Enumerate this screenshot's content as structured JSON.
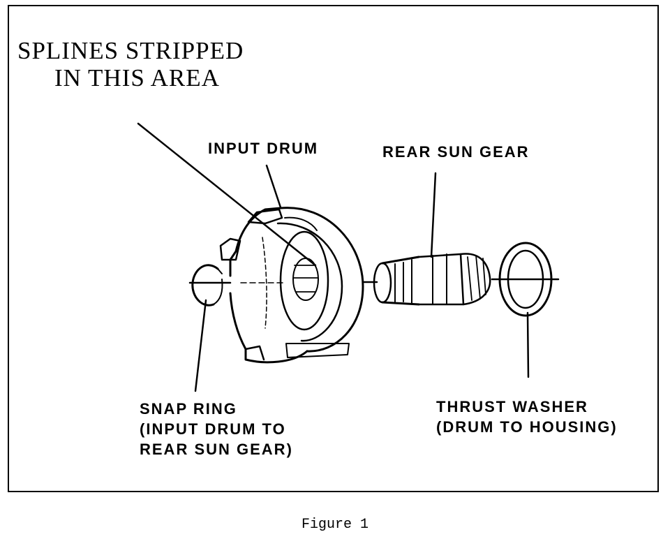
{
  "labels": {
    "splines_line1": "SPLINES STRIPPED",
    "splines_line2": "IN THIS AREA",
    "input_drum": "INPUT DRUM",
    "rear_sun_gear": "REAR SUN GEAR",
    "snap_ring_line1": "SNAP RING",
    "snap_ring_line2": "(INPUT DRUM TO",
    "snap_ring_line3": "REAR SUN GEAR)",
    "thrust_washer_line1": "THRUST WASHER",
    "thrust_washer_line2": "(DRUM TO HOUSING)"
  },
  "caption": "Figure 1"
}
